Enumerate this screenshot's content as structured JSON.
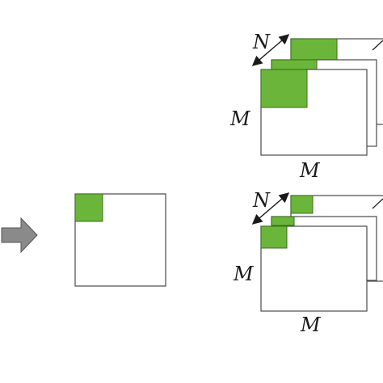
{
  "colors": {
    "block_fill": "#6bb63a",
    "block_stroke": "#3a6f1c",
    "frame_stroke": "#4a4a4a",
    "arrow_fill": "#8a8a8a",
    "arrow_stroke": "#555555",
    "background": "#ffffff"
  },
  "icons": {
    "input_arrow": "right-arrow-icon",
    "depth_arrow": "double-headed-arrow-icon"
  },
  "top_stack": {
    "depth_label": "N",
    "height_label": "M",
    "width_label": "M"
  },
  "bottom_stack": {
    "depth_label": "N",
    "height_label": "M",
    "width_label": "M"
  }
}
